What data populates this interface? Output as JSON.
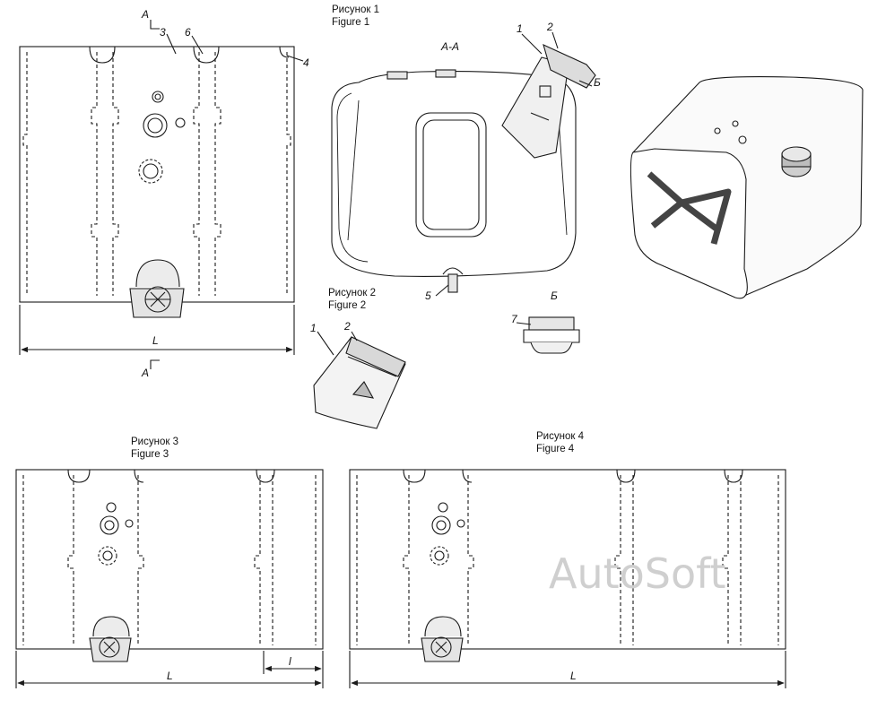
{
  "captions": {
    "fig1_ru": "Рисунок 1",
    "fig1_en": "Figure 1",
    "fig2_ru": "Рисунок 2",
    "fig2_en": "Figure 2",
    "fig3_ru": "Рисунок 3",
    "fig3_en": "Figure 3",
    "fig4_ru": "Рисунок 4",
    "fig4_en": "Figure 4"
  },
  "section_marks": {
    "a_top": "A",
    "a_bottom": "A",
    "section_aa": "A-A",
    "view_b": "Б",
    "b_marker": "Б"
  },
  "callouts": {
    "c1": "1",
    "c2": "2",
    "c3": "3",
    "c4": "4",
    "c5": "5",
    "c6": "6",
    "c7": "7",
    "f2_c1": "1",
    "f2_c2": "2"
  },
  "dimensions": {
    "fig1_L": "L",
    "fig3_L": "L",
    "fig3_l": "l",
    "fig4_L": "L"
  },
  "watermark": "AutoSoft",
  "colors": {
    "line": "#1a1a1a",
    "shade": "#d9d9d9",
    "watermark": "#cfcfcf"
  }
}
